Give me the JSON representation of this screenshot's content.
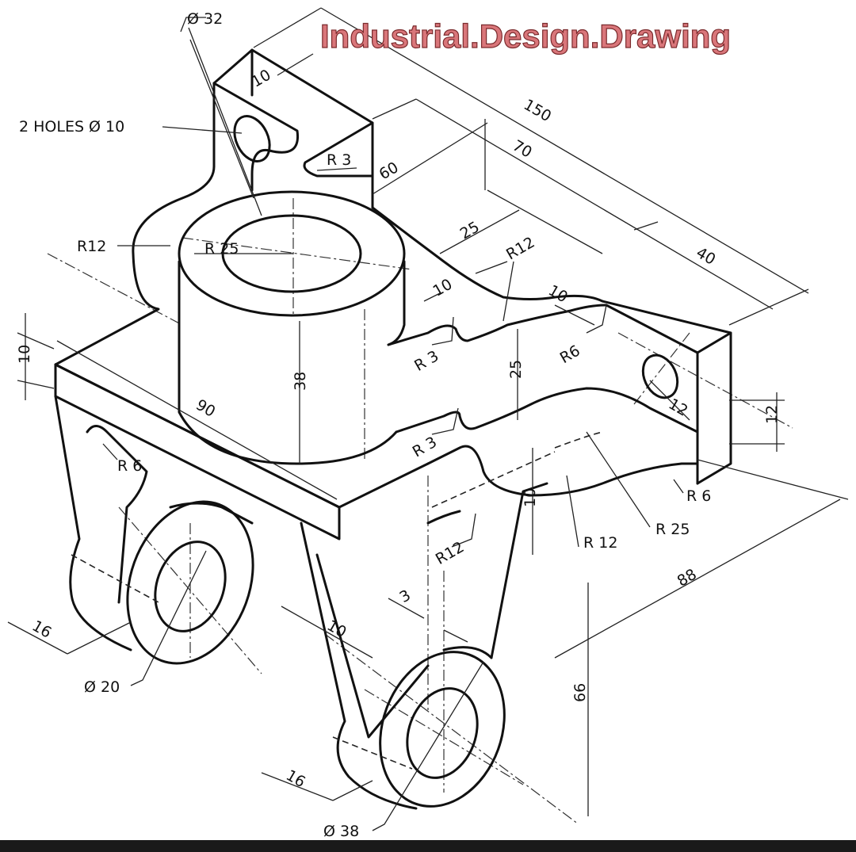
{
  "watermark": "Industrial.Design.Drawing",
  "dimensions": {
    "phi32": "Ø 32",
    "d10_top": "10",
    "holes": "2 HOLES Ø 10",
    "r3_top": "R 3",
    "d60": "60",
    "d150": "150",
    "d70": "70",
    "d25_top": "25",
    "r12_left": "R12",
    "r25_boss": "R 25",
    "r12_mid": "R12",
    "d10_mid": "10",
    "d10_right": "10",
    "d40": "40",
    "r3_a": "R 3",
    "r6_right": "R6",
    "d25_side": "25",
    "d10_left": "10",
    "d90": "90",
    "d38": "38",
    "d12_hole": "12",
    "d12_side": "12",
    "r6_left": "R 6",
    "r3_b": "R 3",
    "r6_bottom": "R 6",
    "d10_low": "10",
    "r12_low": "R12",
    "r12_dash": "R 12",
    "r25_low": "R 25",
    "d88": "88",
    "d3": "3",
    "d16_left": "16",
    "d10_leg": "10",
    "phi20": "Ø 20",
    "d66": "66",
    "d16_bottom": "16",
    "phi38": "Ø 38"
  }
}
